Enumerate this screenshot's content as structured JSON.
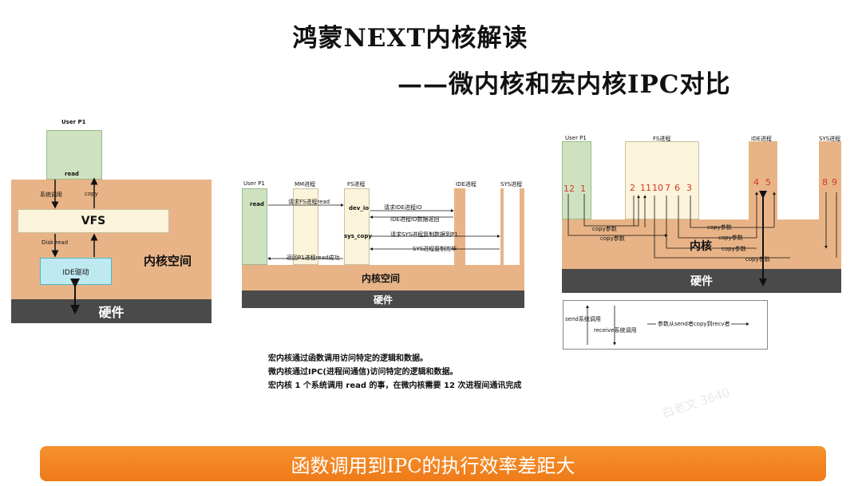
{
  "title": {
    "line1": "鸿蒙NEXT内核解读",
    "line2": "——微内核和宏内核IPC对比"
  },
  "left": {
    "user_p1": "User P1",
    "read": "read",
    "syscall": "系统调用",
    "copy": "copy",
    "vfs": "VFS",
    "disk_read": "Disk read",
    "ide_driver": "IDE驱动",
    "kernel_space": "内核空间",
    "hardware": "硬件"
  },
  "middle": {
    "user_p1": "User P1",
    "mm": "MM进程",
    "fs": "FS进程",
    "ide": "IDE进程",
    "sys": "SYS进程",
    "read": "read",
    "dev_io": "dev_io",
    "sys_copy": "sys_copy",
    "msg_fs_read": "请求FS进程read",
    "msg_ide_io": "请求IDE进程IO",
    "msg_ide_ret": "IDE进程IO数据返回",
    "msg_sys_copy": "请求SYS进程复制数据到P1",
    "msg_sys_done": "SYS进程复制完毕",
    "msg_return": "返回P1进程read成功",
    "kernel_space": "内核空间",
    "hardware": "硬件"
  },
  "right": {
    "user_p1": "User P1",
    "fs": "FS进程",
    "ide": "IDE进程",
    "sys": "SYS进程",
    "n12": "12",
    "n1": "1",
    "n2": "2",
    "n11": "11",
    "n10": "10",
    "n7": "7",
    "n6": "6",
    "n3": "3",
    "n4": "4",
    "n5": "5",
    "n8": "8",
    "n9": "9",
    "copy_param": "copy参数",
    "kernel": "内核",
    "hardware": "硬件"
  },
  "legend": {
    "send": "send系统调用",
    "receive": "receive系统调用",
    "param": "参数从send者copy到recv者"
  },
  "notes": [
    "宏内核通过函数调用访问特定的逻辑和数据。",
    "微内核通过IPC(进程间通信)访问特定的逻辑和数据。",
    "宏内核 1 个系统调用 read 的事，在微内核需要 12 次进程间通讯完成"
  ],
  "banner": "函数调用到IPC的执行效率差距大",
  "watermark": "白老文 3640",
  "colors": {
    "kernel": "#e8b487",
    "user_process": "#cfe2c0",
    "server_process": "#fbf3da",
    "hardware": "#4a4a4a",
    "banner": "#f28524",
    "number_red": "#d23a2a"
  }
}
